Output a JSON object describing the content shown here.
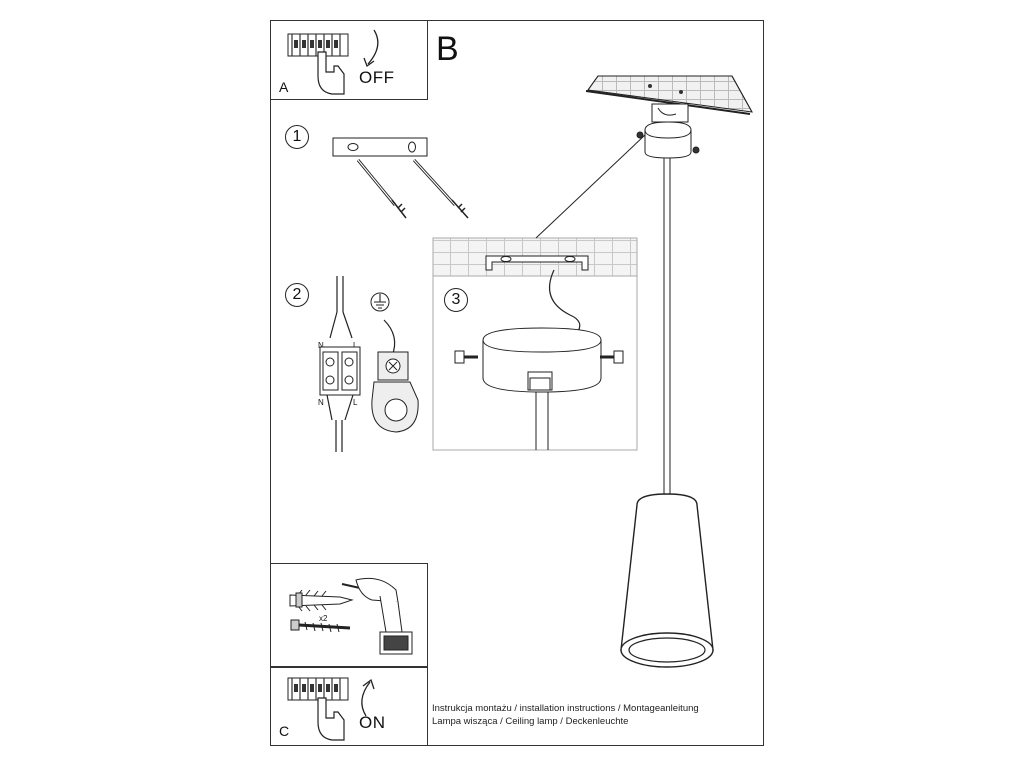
{
  "panels": {
    "a": {
      "letter": "A",
      "state": "OFF"
    },
    "b": {
      "letter": "B"
    },
    "c": {
      "letter": "C",
      "state": "ON"
    }
  },
  "steps": [
    "1",
    "2",
    "3"
  ],
  "terminal": {
    "n": "N",
    "l": "L"
  },
  "screws": {
    "count": "x2"
  },
  "caption": {
    "line1": "Instrukcja montażu / installation instructions / Montageanleitung",
    "line2": "Lampa wisząca / Ceiling lamp  / Deckenleuchte"
  }
}
